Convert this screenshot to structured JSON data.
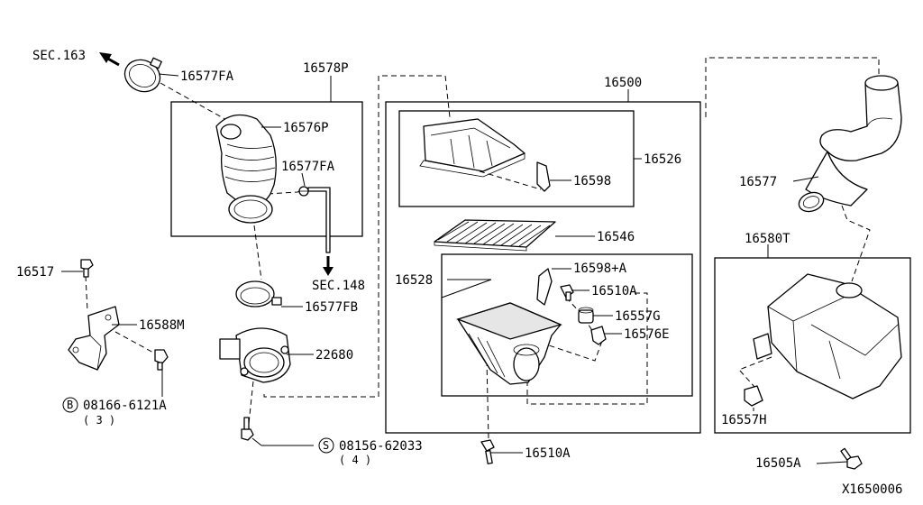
{
  "labels": {
    "sec163": "SEC.163",
    "p16577FA_top": "16577FA",
    "p16578P": "16578P",
    "p16576P": "16576P",
    "p16577FA_mid": "16577FA",
    "sec148": "SEC.148",
    "p16517": "16517",
    "p16588M": "16588M",
    "p16577FB": "16577FB",
    "p22680": "22680",
    "b_part": "08166-6121A",
    "b_marker": "B",
    "b_qty": "( 3 )",
    "s_part": "08156-62033",
    "s_marker": "S",
    "s_qty": "( 4 )",
    "p16500": "16500",
    "p16526": "16526",
    "p16598": "16598",
    "p16546": "16546",
    "p16528": "16528",
    "p16598A": "16598+A",
    "p16510A_upper": "16510A",
    "p16557G": "16557G",
    "p16576E": "16576E",
    "p16510A_lower": "16510A",
    "p16577": "16577",
    "p16580T": "16580T",
    "p16557H": "16557H",
    "p16505A": "16505A",
    "figure_id": "X1650006"
  }
}
